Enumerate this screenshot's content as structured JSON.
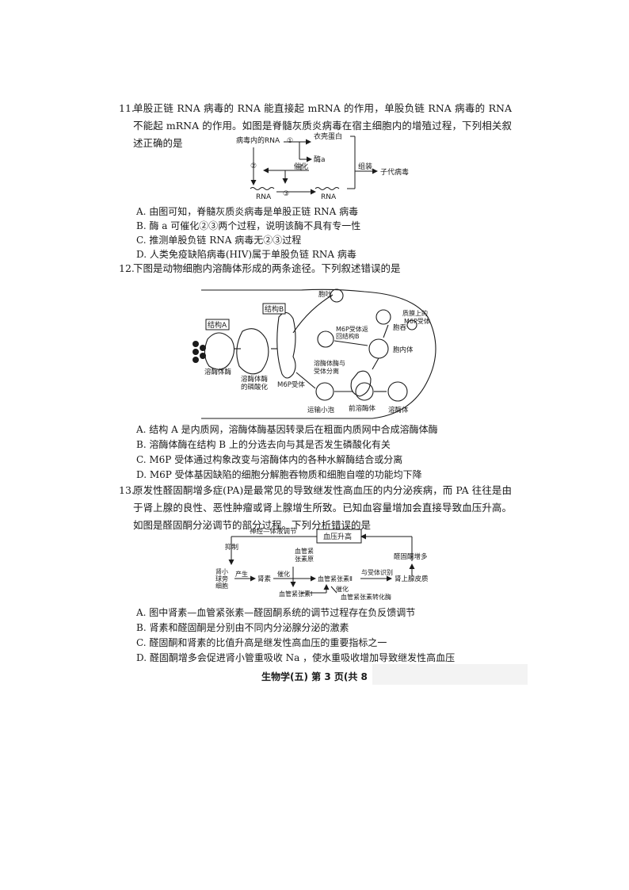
{
  "q11": {
    "number": "11.",
    "text": "单股正链 RNA 病毒的 RNA 能直接起 mRNA 的作用，单股负链 RNA 病毒的 RNA 不能起 mRNA 的作用。如图是脊髓灰质炎病毒在宿主细胞内的增殖过程，下列相关叙述正确的是",
    "diagram": {
      "virus_rna": "病毒内的RNA",
      "step1": "①",
      "coat": "衣壳蛋白",
      "enzyme": "酶a",
      "step2": "②",
      "catalysis": "催化",
      "rna_left": "RNA",
      "step3": "③",
      "rna_right": "RNA",
      "assembly": "组装",
      "progeny": "子代病毒"
    },
    "options": [
      "A. 由图可知，脊髓灰质炎病毒是单股正链 RNA 病毒",
      "B. 酶 a 可催化②③两个过程，说明该酶不具有专一性",
      "C. 推测单股负链 RNA 病毒无②③过程",
      "D. 人类免疫缺陷病毒(HIV)属于单股负链 RNA 病毒"
    ]
  },
  "q12": {
    "number": "12.",
    "text": "下图是动物细胞内溶酶体形成的两条途径。下列叙述错误的是",
    "diagram": {
      "structA": "结构A",
      "structB": "结构B",
      "enzyme_label": "溶酶体酶",
      "phos1": "溶酶体酶",
      "phos2": "的磷酸化",
      "m6p_receptor": "M6P受体",
      "exocytosis": "胞吐",
      "endocytosis": "胞吞",
      "membrane1": "质膜上的",
      "membrane2": "M6P受体",
      "return1": "M6P受体返",
      "return2": "回结构B",
      "endosome": "胞内体",
      "sep1": "溶酶体酶与",
      "sep2": "受体分离",
      "vesicle": "运输小泡",
      "prelyso": "前溶酶体",
      "lysosome": "溶酶体"
    },
    "options": [
      "A. 结构 A 是内质网，溶酶体酶基因转录后在粗面内质网中合成溶酶体酶",
      "B. 溶酶体酶在结构 B 上的分选去向与其是否发生磷酸化有关",
      "C. M6P 受体通过构象改变与溶酶体内的各种水解酶结合或分离",
      "D. M6P 受体基因缺陷的细胞分解胞吞物质和细胞自噬的功能均下降"
    ]
  },
  "q13": {
    "number": "13.",
    "text": "原发性醛固酮增多症(PA)是最常见的导致继发性高血压的内分泌疾病，而 PA 往往是由于肾上腺的良性、恶性肿瘤或肾上腺增生所致。已知血容量增加会直接导致血压升高。如图是醛固酮分泌调节的部分过程。下列分析错误的是",
    "diagram": {
      "neuro": "神经—体液调节",
      "bp": "血压升高",
      "inhibit": "抑制",
      "aldo_inc": "醛固酮增多",
      "cell1": "肾小",
      "cell2": "球旁",
      "cell3": "细胞",
      "produce": "产生",
      "renin": "肾素",
      "angio_orig1": "血管紧",
      "angio_orig2": "张素原",
      "catalyze1": "催化",
      "angio2": "血管紧张素Ⅱ",
      "receptor": "与受体识别",
      "cortex": "肾上腺皮质",
      "angio1": "血管紧张素Ⅰ",
      "catalyze2": "催化",
      "ace": "血管紧张素转化酶"
    },
    "options": [
      "A. 图中肾素—血管紧张素—醛固酮系统的调节过程存在负反馈调节",
      "B. 肾素和醛固酮是分别由不同内分泌腺分泌的激素",
      "C. 醛固酮和肾素的比值升高是继发性高血压的重要指标之一",
      "D. 醛固酮增多会促进肾小管重吸收 Na ，使水重吸收增加导致继发性高血压"
    ]
  },
  "footer": "生物学(五)   第 3 页(共 8"
}
